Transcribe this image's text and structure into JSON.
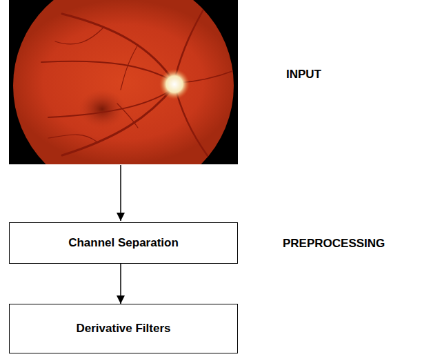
{
  "diagram": {
    "nodes": [
      {
        "text": [
          "Channel Separation"
        ]
      },
      {
        "text": [
          "Derivative Filters"
        ]
      }
    ],
    "edges": [
      {
        "from": 0,
        "to": 1,
        "arrow": "to"
      }
    ],
    "labels": [
      "INPUT",
      "PREPROCESSING"
    ]
  }
}
